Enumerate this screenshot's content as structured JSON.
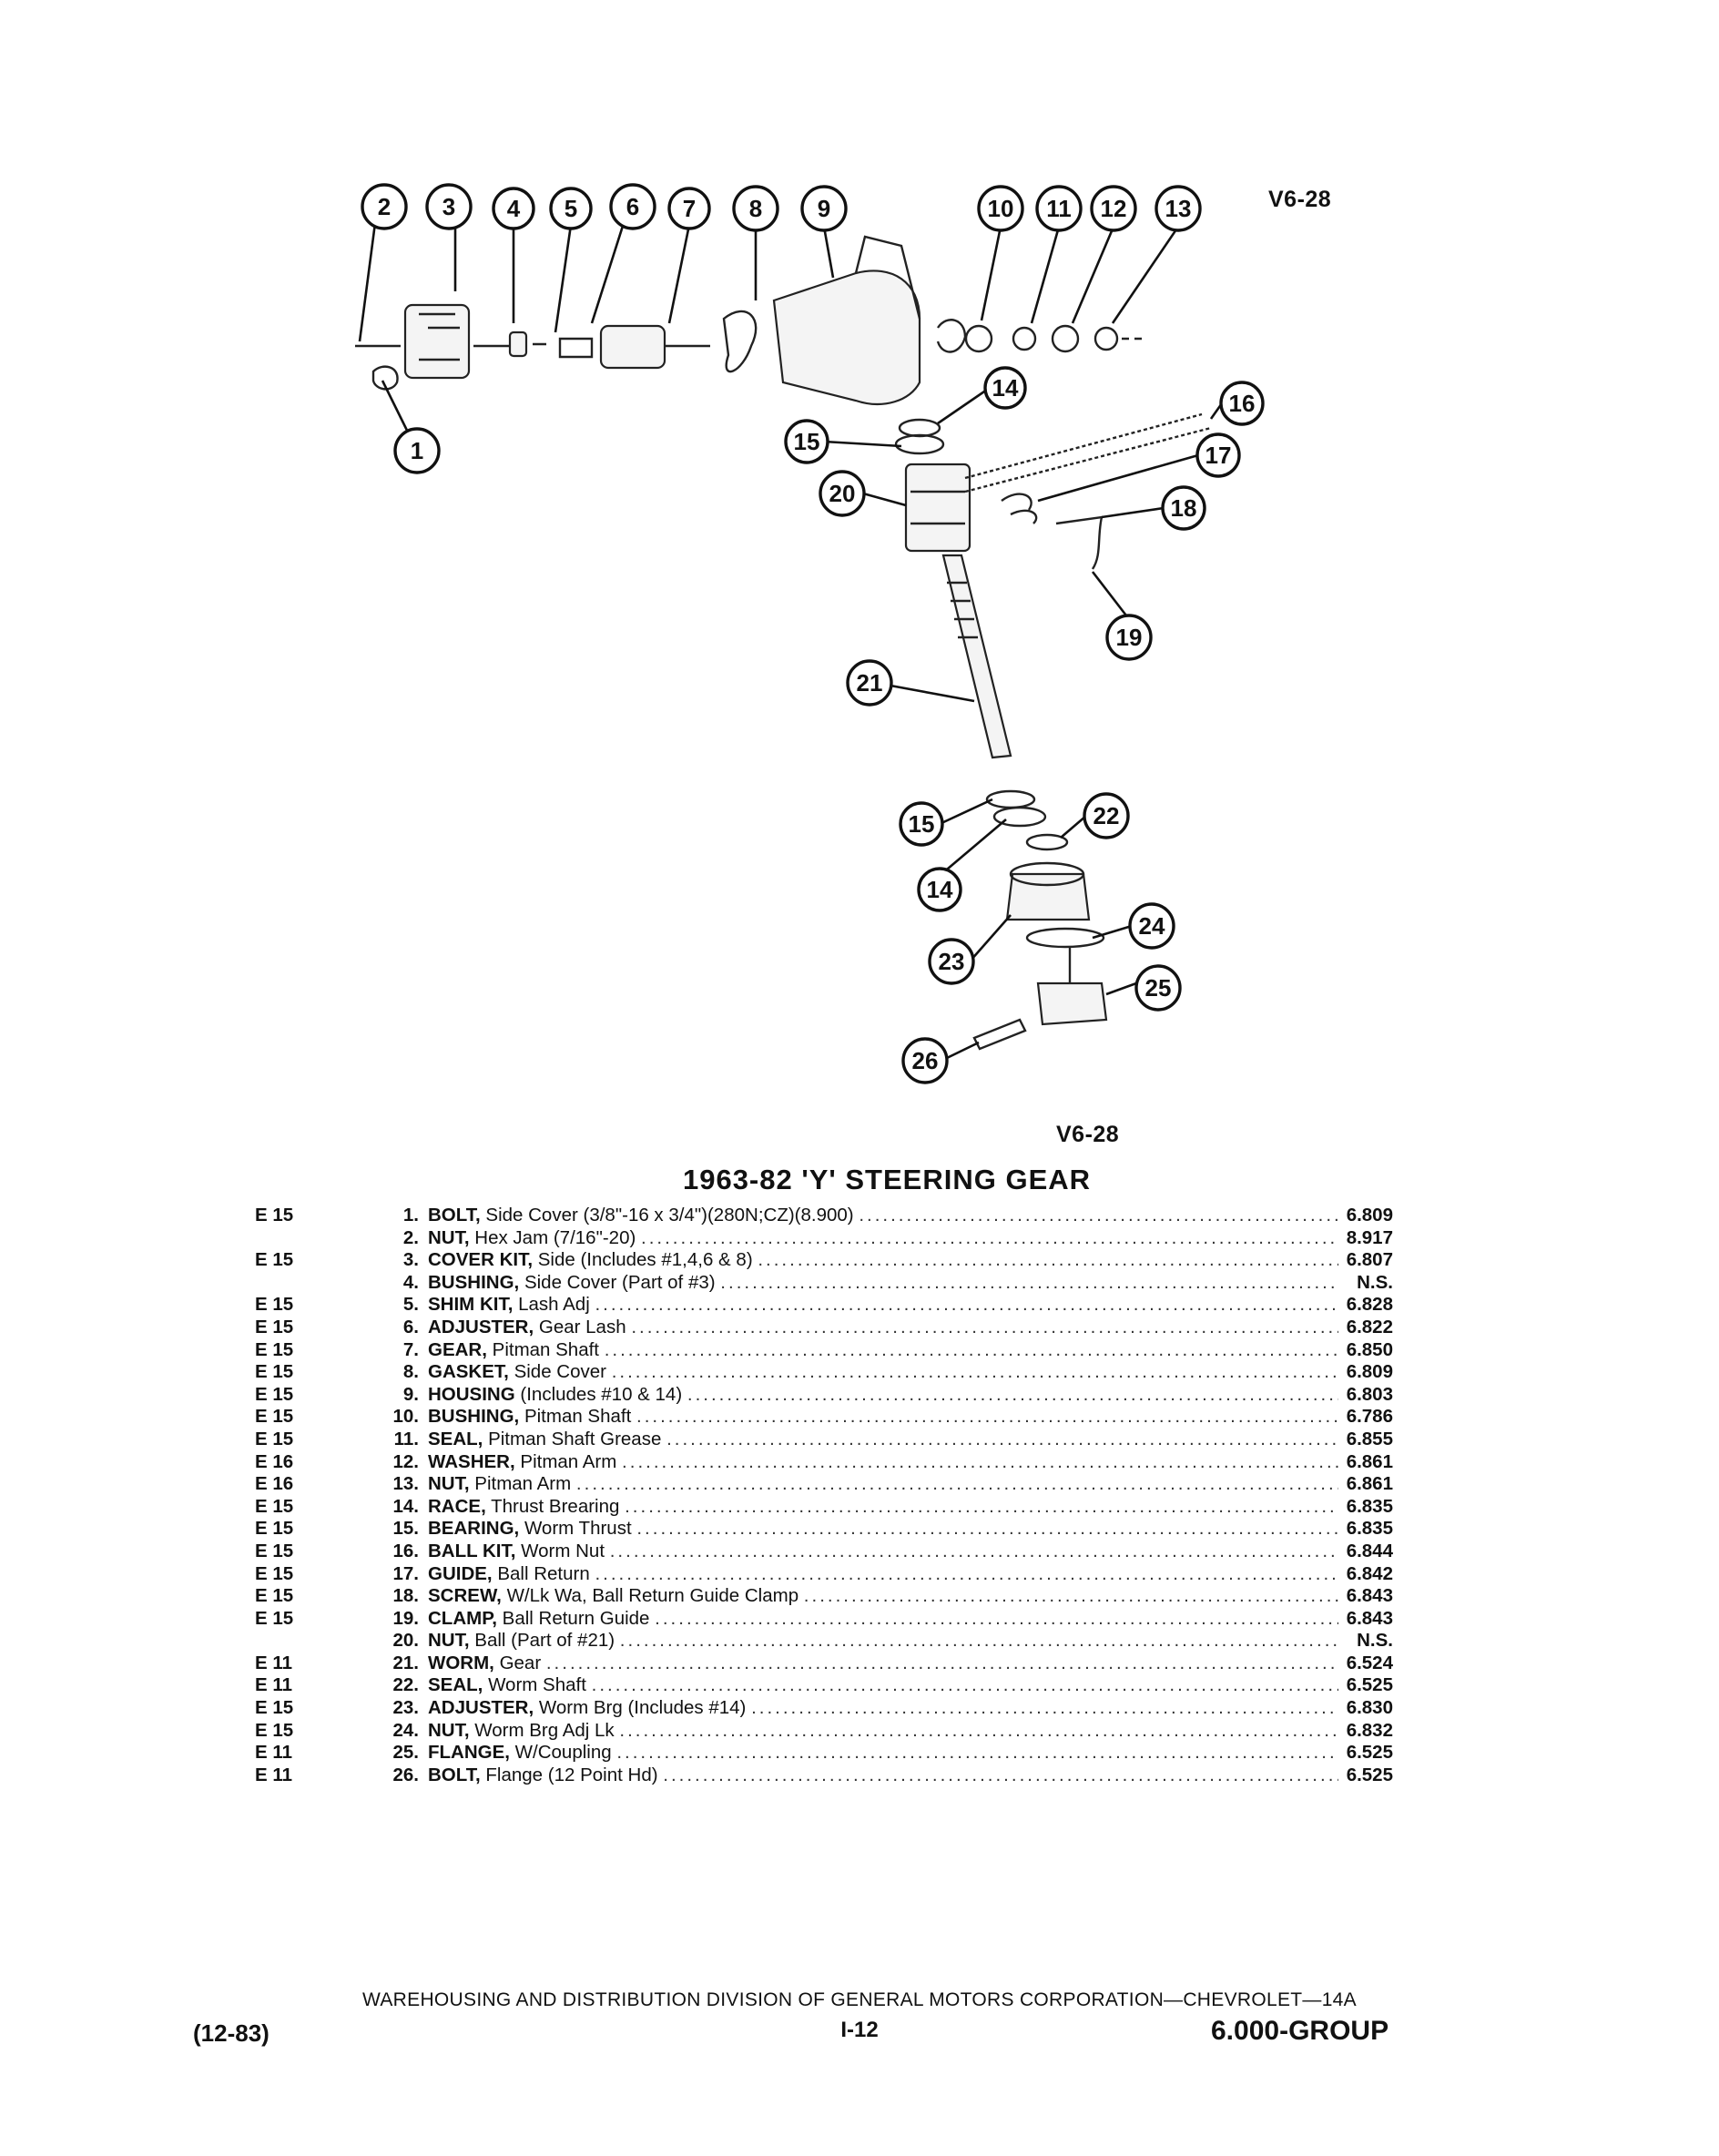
{
  "figure": {
    "label_top": "V6-28",
    "label_bottom": "V6-28",
    "callouts": [
      "1",
      "2",
      "3",
      "4",
      "5",
      "6",
      "7",
      "8",
      "9",
      "10",
      "11",
      "12",
      "13",
      "14",
      "15",
      "16",
      "17",
      "18",
      "19",
      "20",
      "21",
      "15",
      "14",
      "22",
      "23",
      "24",
      "25",
      "26"
    ]
  },
  "title": "1963-82 'Y' STEERING GEAR",
  "parts": [
    {
      "code": "E 15",
      "num": "1.",
      "name": "BOLT,",
      "desc": "Side Cover (3/8\"-16 x 3/4\")(280N;CZ)(8.900)",
      "ref": "6.809"
    },
    {
      "code": "",
      "num": "2.",
      "name": "NUT,",
      "desc": "Hex Jam (7/16\"-20)",
      "ref": "8.917"
    },
    {
      "code": "E 15",
      "num": "3.",
      "name": "COVER KIT,",
      "desc": "Side (Includes #1,4,6 & 8)",
      "ref": "6.807"
    },
    {
      "code": "",
      "num": "4.",
      "name": "BUSHING,",
      "desc": "Side Cover (Part of #3)",
      "ref": "N.S."
    },
    {
      "code": "E 15",
      "num": "5.",
      "name": "SHIM KIT,",
      "desc": "Lash Adj",
      "ref": "6.828"
    },
    {
      "code": "E 15",
      "num": "6.",
      "name": "ADJUSTER,",
      "desc": "Gear Lash",
      "ref": "6.822"
    },
    {
      "code": "E 15",
      "num": "7.",
      "name": "GEAR,",
      "desc": "Pitman Shaft",
      "ref": "6.850"
    },
    {
      "code": "E 15",
      "num": "8.",
      "name": "GASKET,",
      "desc": "Side Cover",
      "ref": "6.809"
    },
    {
      "code": "E 15",
      "num": "9.",
      "name": "HOUSING",
      "desc": "(Includes #10 & 14)",
      "ref": "6.803"
    },
    {
      "code": "E 15",
      "num": "10.",
      "name": "BUSHING,",
      "desc": "Pitman Shaft",
      "ref": "6.786"
    },
    {
      "code": "E 15",
      "num": "11.",
      "name": "SEAL,",
      "desc": "Pitman Shaft Grease",
      "ref": "6.855"
    },
    {
      "code": "E 16",
      "num": "12.",
      "name": "WASHER,",
      "desc": "Pitman Arm",
      "ref": "6.861"
    },
    {
      "code": "E 16",
      "num": "13.",
      "name": "NUT,",
      "desc": "Pitman Arm",
      "ref": "6.861"
    },
    {
      "code": "E 15",
      "num": "14.",
      "name": "RACE,",
      "desc": "Thrust Brearing",
      "ref": "6.835"
    },
    {
      "code": "E 15",
      "num": "15.",
      "name": "BEARING,",
      "desc": "Worm Thrust",
      "ref": "6.835"
    },
    {
      "code": "E 15",
      "num": "16.",
      "name": "BALL KIT,",
      "desc": "Worm Nut",
      "ref": "6.844"
    },
    {
      "code": "E 15",
      "num": "17.",
      "name": "GUIDE,",
      "desc": "Ball Return",
      "ref": "6.842"
    },
    {
      "code": "E 15",
      "num": "18.",
      "name": "SCREW,",
      "desc": "W/Lk Wa, Ball Return Guide Clamp",
      "ref": "6.843"
    },
    {
      "code": "E 15",
      "num": "19.",
      "name": "CLAMP,",
      "desc": "Ball Return Guide",
      "ref": "6.843"
    },
    {
      "code": "",
      "num": "20.",
      "name": "NUT,",
      "desc": "Ball (Part of #21)",
      "ref": "N.S."
    },
    {
      "code": "E 11",
      "num": "21.",
      "name": "WORM,",
      "desc": "Gear",
      "ref": "6.524"
    },
    {
      "code": "E 11",
      "num": "22.",
      "name": "SEAL,",
      "desc": "Worm Shaft",
      "ref": "6.525"
    },
    {
      "code": "E 15",
      "num": "23.",
      "name": "ADJUSTER,",
      "desc": "Worm Brg (Includes #14)",
      "ref": "6.830"
    },
    {
      "code": "E 15",
      "num": "24.",
      "name": "NUT,",
      "desc": "Worm Brg Adj Lk",
      "ref": "6.832"
    },
    {
      "code": "E 11",
      "num": "25.",
      "name": "FLANGE,",
      "desc": "W/Coupling",
      "ref": "6.525"
    },
    {
      "code": "E 11",
      "num": "26.",
      "name": "BOLT,",
      "desc": "Flange (12 Point Hd)",
      "ref": "6.525"
    }
  ],
  "footer": {
    "division": "WAREHOUSING AND DISTRIBUTION DIVISION OF GENERAL MOTORS CORPORATION—CHEVROLET—14A",
    "date": "(12-83)",
    "page": "I-12",
    "group": "6.000-GROUP"
  }
}
